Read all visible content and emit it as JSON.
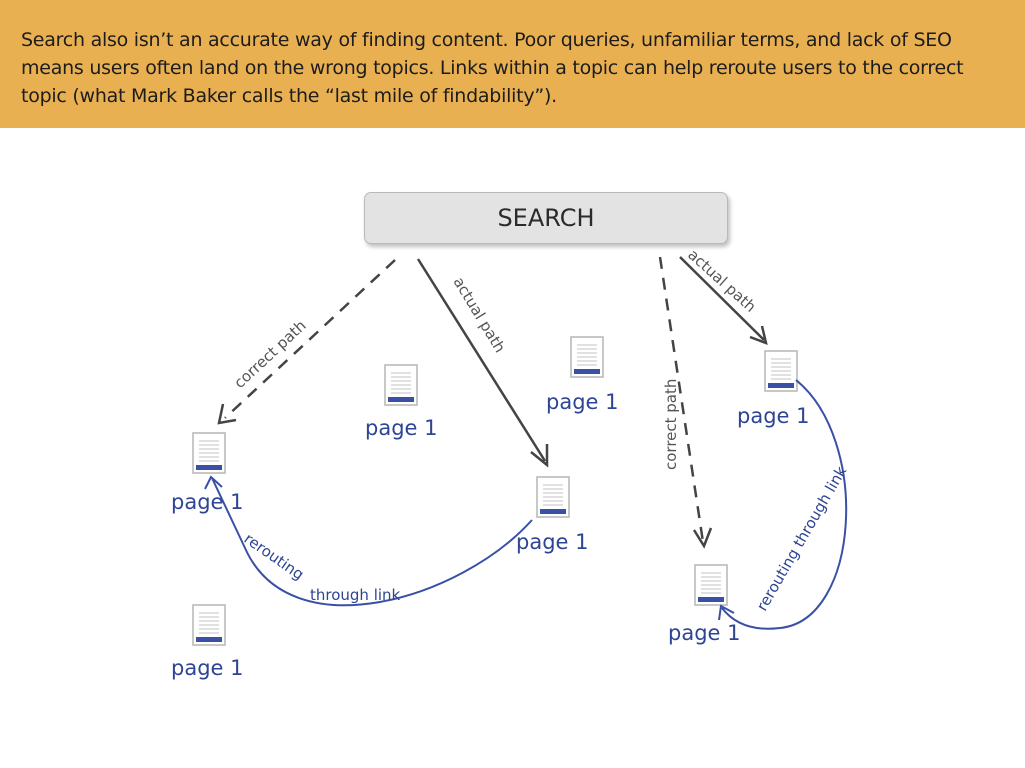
{
  "banner": {
    "text": "Search also isn’t an accurate way of finding content. Poor queries, unfamiliar terms, and lack of SEO means users often land on the wrong topics. Links within a topic can help reroute users to the correct topic (what Mark Baker calls the “last mile of findability”)."
  },
  "search": {
    "label": "SEARCH"
  },
  "labels": {
    "page": "page 1",
    "correct_path": "correct path",
    "actual_path": "actual path",
    "rerouting": "rerouting through link"
  },
  "colors": {
    "banner": "#e9b051",
    "page_text": "#2e4494",
    "arrow": "#444444",
    "link_curve": "#3a50a6"
  }
}
